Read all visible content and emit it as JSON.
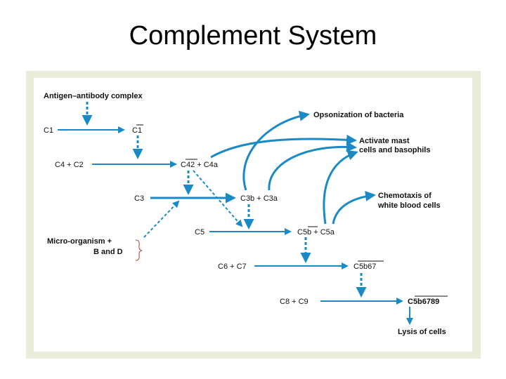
{
  "title": "Complement System",
  "colors": {
    "arrow": "#1a8ac6",
    "frame": "#e9ecd9",
    "brace": "#c0392b"
  },
  "labels": {
    "antigen_complex": "Antigen–antibody complex",
    "c1": "C1",
    "c1_active": "C1",
    "c4_c2": "C4 + C2",
    "c42_c4a": "C42 + C4a",
    "c3": "C3",
    "c3b_c3a": "C3b + C3a",
    "micro_organism_line1": "Micro-organism +",
    "micro_organism_line2": "B and D",
    "c5": "C5",
    "c5b_c5a": "C5b + C5a",
    "c6_c7": "C6 + C7",
    "c5b67": "C5b67",
    "c8_c9": "C8 + C9",
    "c5b6789": "C5b6789",
    "lysis": "Lysis of cells",
    "opsonization": "Opsonization of bacteria",
    "mast_line1": "Activate mast",
    "mast_line2": "cells and basophils",
    "chemotaxis_line1": "Chemotaxis of",
    "chemotaxis_line2": "white blood cells"
  }
}
